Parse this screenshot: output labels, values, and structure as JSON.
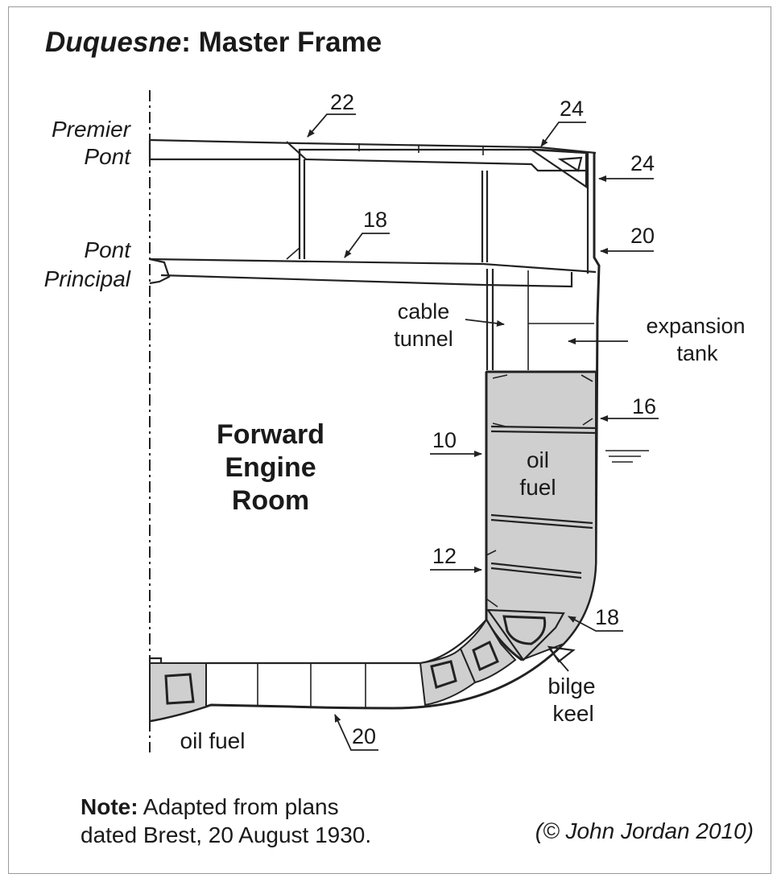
{
  "title": {
    "italic": "Duquesne",
    "rest": ": Master Frame"
  },
  "decks": {
    "premier": [
      "Premier",
      "Pont"
    ],
    "principal": [
      "Pont",
      "Principal"
    ]
  },
  "labels": {
    "cable_tunnel": [
      "cable",
      "tunnel"
    ],
    "expansion_tank": [
      "expansion",
      "tank"
    ],
    "engine_room": [
      "Forward",
      "Engine",
      "Room"
    ],
    "oil_fuel_side": [
      "oil",
      "fuel"
    ],
    "oil_fuel_bottom": "oil fuel",
    "bilge_keel": [
      "bilge",
      "keel"
    ]
  },
  "thickness": {
    "t22": "22",
    "t24_top": "24",
    "t24_side": "24",
    "t18_deck": "18",
    "t20_side": "20",
    "t16": "16",
    "t10": "10",
    "t12": "12",
    "t18_bilge": "18",
    "t20_bottom": "20"
  },
  "note": {
    "label": "Note:",
    "line1": " Adapted from plans",
    "line2": "dated Brest, 20 August 1930."
  },
  "credit": "(© John Jordan 2010)"
}
